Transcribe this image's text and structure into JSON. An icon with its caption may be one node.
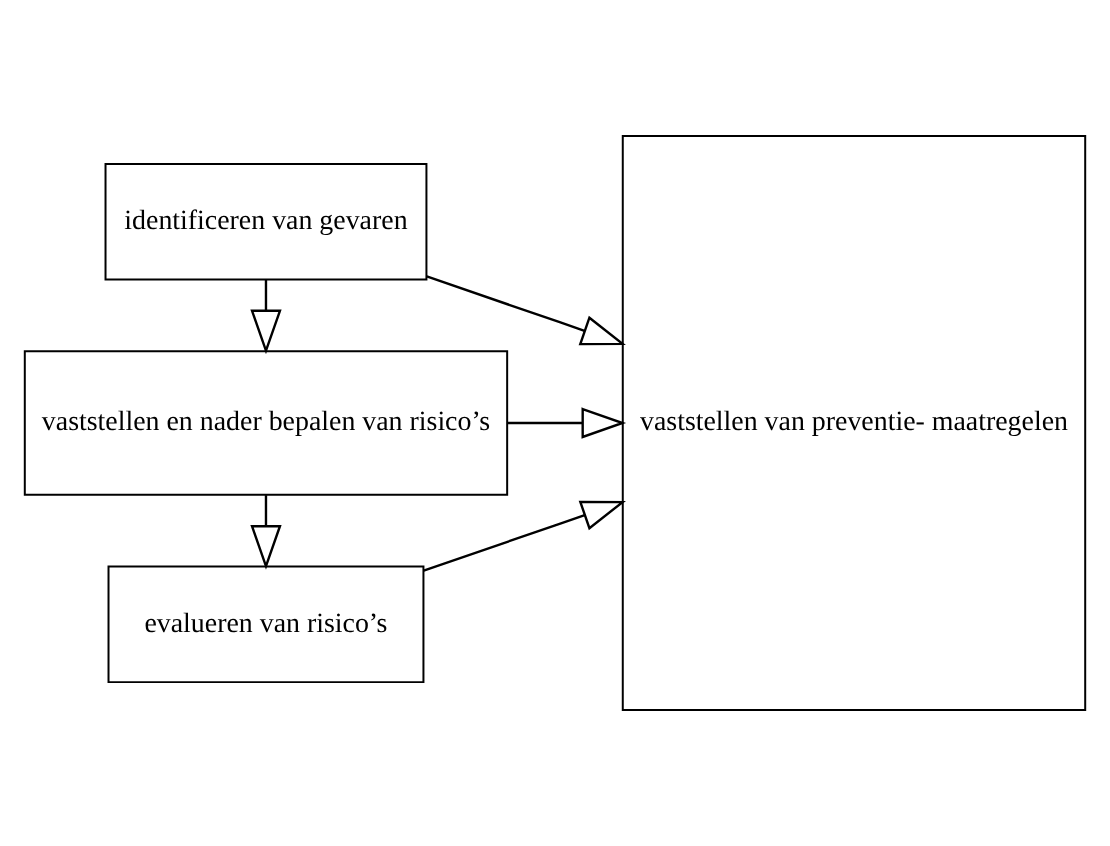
{
  "diagram": {
    "nodes": [
      {
        "text": [
          "identificeren van gevaren"
        ]
      },
      {
        "text": [
          "vaststellen en nader bepalen van risico’s"
        ]
      },
      {
        "text": [
          "evalueren van risico’s"
        ]
      },
      {
        "text": [
          "vaststellen van preventie- maatregelen"
        ]
      }
    ],
    "edges": [
      {
        "from": 0,
        "to": 1,
        "arrow": "to"
      },
      {
        "from": 1,
        "to": 2,
        "arrow": "to"
      },
      {
        "from": 0,
        "to": 3,
        "arrow": "to"
      },
      {
        "from": 1,
        "to": 3,
        "arrow": "to"
      },
      {
        "from": 2,
        "to": 3,
        "arrow": "to"
      }
    ]
  }
}
